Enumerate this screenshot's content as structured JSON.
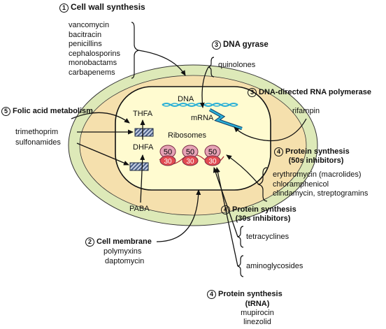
{
  "colors": {
    "outer_wall": "#dde9b8",
    "inner_wall": "#f5e0ad",
    "cytoplasm": "#fffbd0",
    "ribosome_50": "#e6a3b6",
    "ribosome_30": "#e24b52",
    "dna_strand": "#2bb0d6",
    "enzyme_block": "#4a5d86"
  },
  "sections": {
    "cell_wall": {
      "number": "1",
      "title": "Cell wall synthesis",
      "drugs": [
        "vancomycin",
        "bacitracin",
        "penicillins",
        "cephalosporins",
        "monobactams",
        "carbapenems"
      ]
    },
    "dna_gyrase": {
      "number": "3",
      "title": "DNA gyrase",
      "drugs": [
        "quinolones"
      ]
    },
    "rna_polymerase": {
      "number": "3",
      "title": "DNA-directed RNA polymerase",
      "drugs": [
        "rifampin"
      ]
    },
    "folic_acid": {
      "number": "5",
      "title": "Folic acid metabolism",
      "drugs": [
        "trimethoprim",
        "sulfonamides"
      ],
      "precursor": "PABA"
    },
    "protein_50s": {
      "number": "4",
      "title_line1": "Protein synthesis",
      "title_line2": "(50s inhibitors)",
      "drugs": [
        "erythromycin (macrolides)",
        "chloramphenicol",
        "clindamycin, streptogramins"
      ]
    },
    "protein_30s": {
      "number": "4",
      "title_line1": "Protein synthesis",
      "title_line2": "(30s inhibitors)",
      "drugs": [
        "tetracyclines",
        "aminoglycosides"
      ]
    },
    "cell_membrane": {
      "number": "2",
      "title": "Cell membrane",
      "drugs": [
        "polymyxins",
        "daptomycin"
      ]
    },
    "protein_trna": {
      "number": "4",
      "title_line1": "Protein synthesis",
      "title_line2": "(tRNA)",
      "drugs": [
        "mupirocin",
        "linezolid"
      ]
    }
  },
  "cell": {
    "dna": "DNA",
    "mrna": "mRNA",
    "ribosomes": "Ribosomes",
    "thfa": "THFA",
    "dhfa": "DHFA",
    "ribosome_units": [
      {
        "large": "50",
        "small": "30"
      },
      {
        "large": "50",
        "small": "30"
      },
      {
        "large": "50",
        "small": "30"
      }
    ]
  }
}
